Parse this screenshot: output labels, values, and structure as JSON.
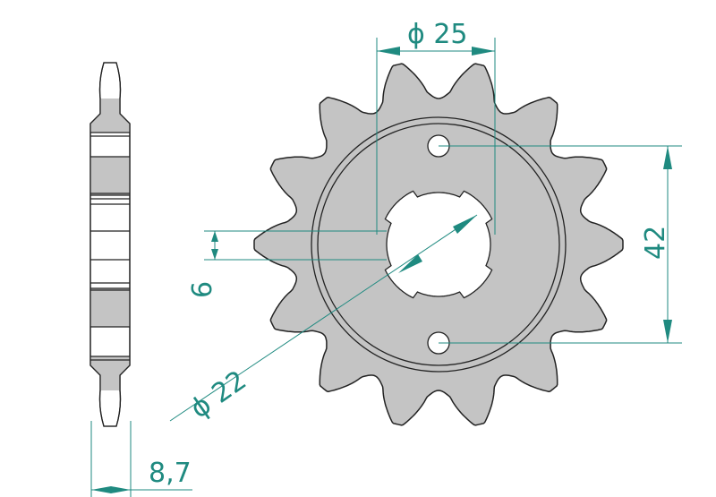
{
  "colors": {
    "part_fill": "#c4c4c4",
    "outline": "#222222",
    "dimension": "#1f8a80",
    "background": "#ffffff"
  },
  "part": {
    "teeth_count": 14
  },
  "dimensions": {
    "bore_diameter": "ϕ 25",
    "hole_spacing": "42",
    "key_width": "6",
    "root_diameter": "ϕ 22",
    "thickness": "8,7"
  }
}
